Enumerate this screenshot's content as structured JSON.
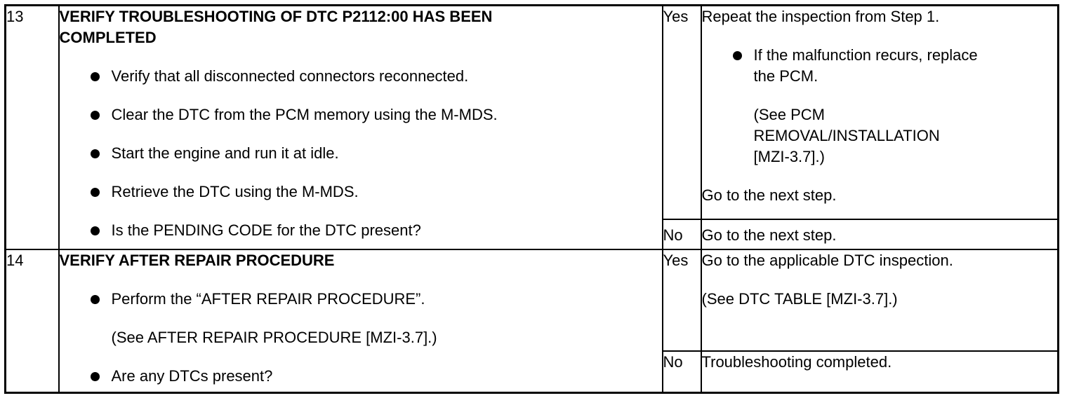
{
  "steps": [
    {
      "number": "13",
      "title_line1": "VERIFY TROUBLESHOOTING OF DTC P2112:00 HAS BEEN",
      "title_line2": "COMPLETED",
      "actions": [
        "Verify that all disconnected connectors reconnected.",
        "Clear the DTC from the PCM memory using the M-MDS.",
        "Start the engine and run it at idle.",
        "Retrieve the DTC using the M-MDS.",
        "Is the PENDING CODE for the DTC present?"
      ],
      "yes": {
        "label": "Yes",
        "line1": "Repeat the inspection from Step 1.",
        "bullet_line1": "If the malfunction recurs, replace",
        "bullet_line2": "the PCM.",
        "ref_line1": "(See PCM",
        "ref_line2": "REMOVAL/INSTALLATION",
        "ref_line3": "[MZI-3.7].)",
        "line_last": "Go to the next step."
      },
      "no": {
        "label": "No",
        "text": "Go to the next step."
      }
    },
    {
      "number": "14",
      "title_line1": "VERIFY AFTER REPAIR PROCEDURE",
      "actions": [
        "Perform the “AFTER REPAIR PROCEDURE”.",
        "Are any DTCs present?"
      ],
      "action_note": "(See AFTER REPAIR PROCEDURE [MZI-3.7].)",
      "yes": {
        "label": "Yes",
        "line1": "Go to the applicable DTC inspection.",
        "line2": "(See DTC TABLE [MZI-3.7].)"
      },
      "no": {
        "label": "No",
        "text": "Troubleshooting completed."
      }
    }
  ]
}
